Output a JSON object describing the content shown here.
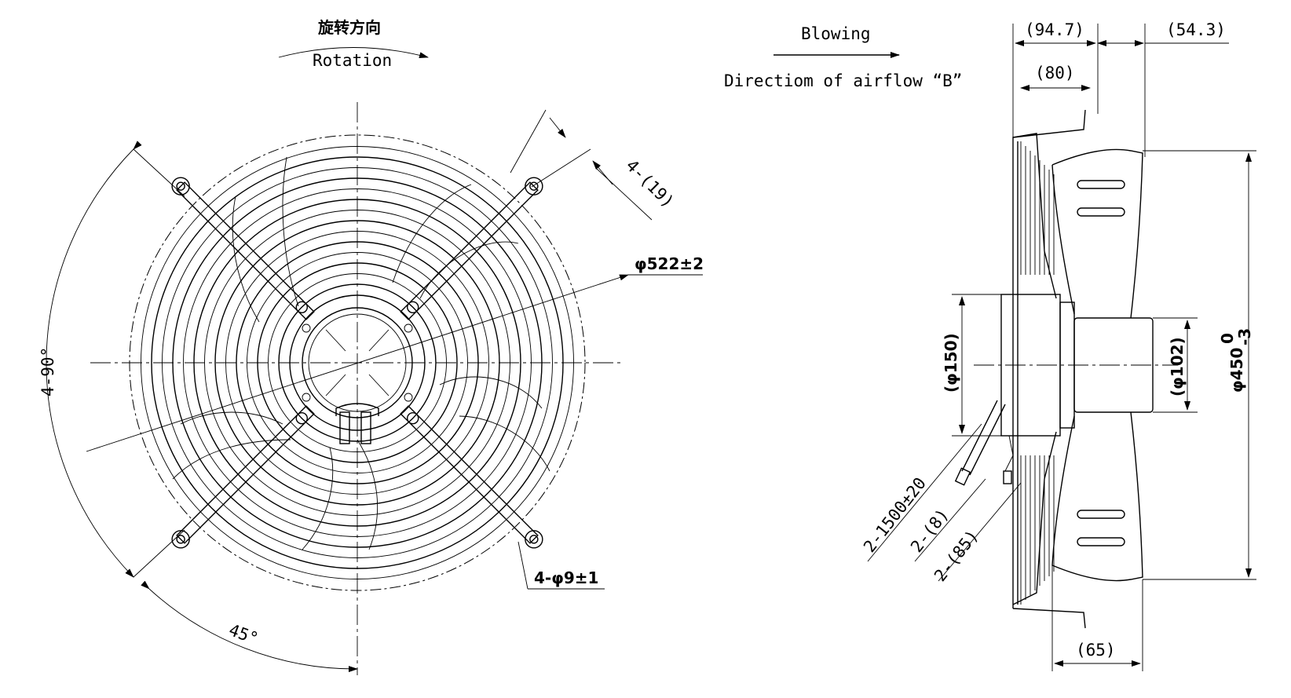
{
  "front_view": {
    "rotation_cn": "旋转方向",
    "rotation_en": "Rotation",
    "dim_arm_width": "4-(19)",
    "dim_outer_diameter": "φ522±2",
    "dim_angle_spacing": "4-90°",
    "dim_angle_offset": "45°",
    "dim_mount_holes": "4-φ9±1"
  },
  "side_view": {
    "airflow_label": "Blowing",
    "airflow_direction": "Directiom of airflow “B”",
    "dim_guard_depth": "(94.7)",
    "dim_front_depth": "(54.3)",
    "dim_ring_depth": "(80)",
    "dim_motor_dia": "(φ150)",
    "dim_hub_dia": "(φ102)",
    "dim_blade_dia": "φ450",
    "dim_blade_tol_upper": "0",
    "dim_blade_tol_lower": "-3",
    "dim_cable_length": "2-1500±20",
    "dim_cable_dia": "2-(8)",
    "dim_cable_pos": "2-(85)",
    "dim_blade_depth": "(65)"
  }
}
